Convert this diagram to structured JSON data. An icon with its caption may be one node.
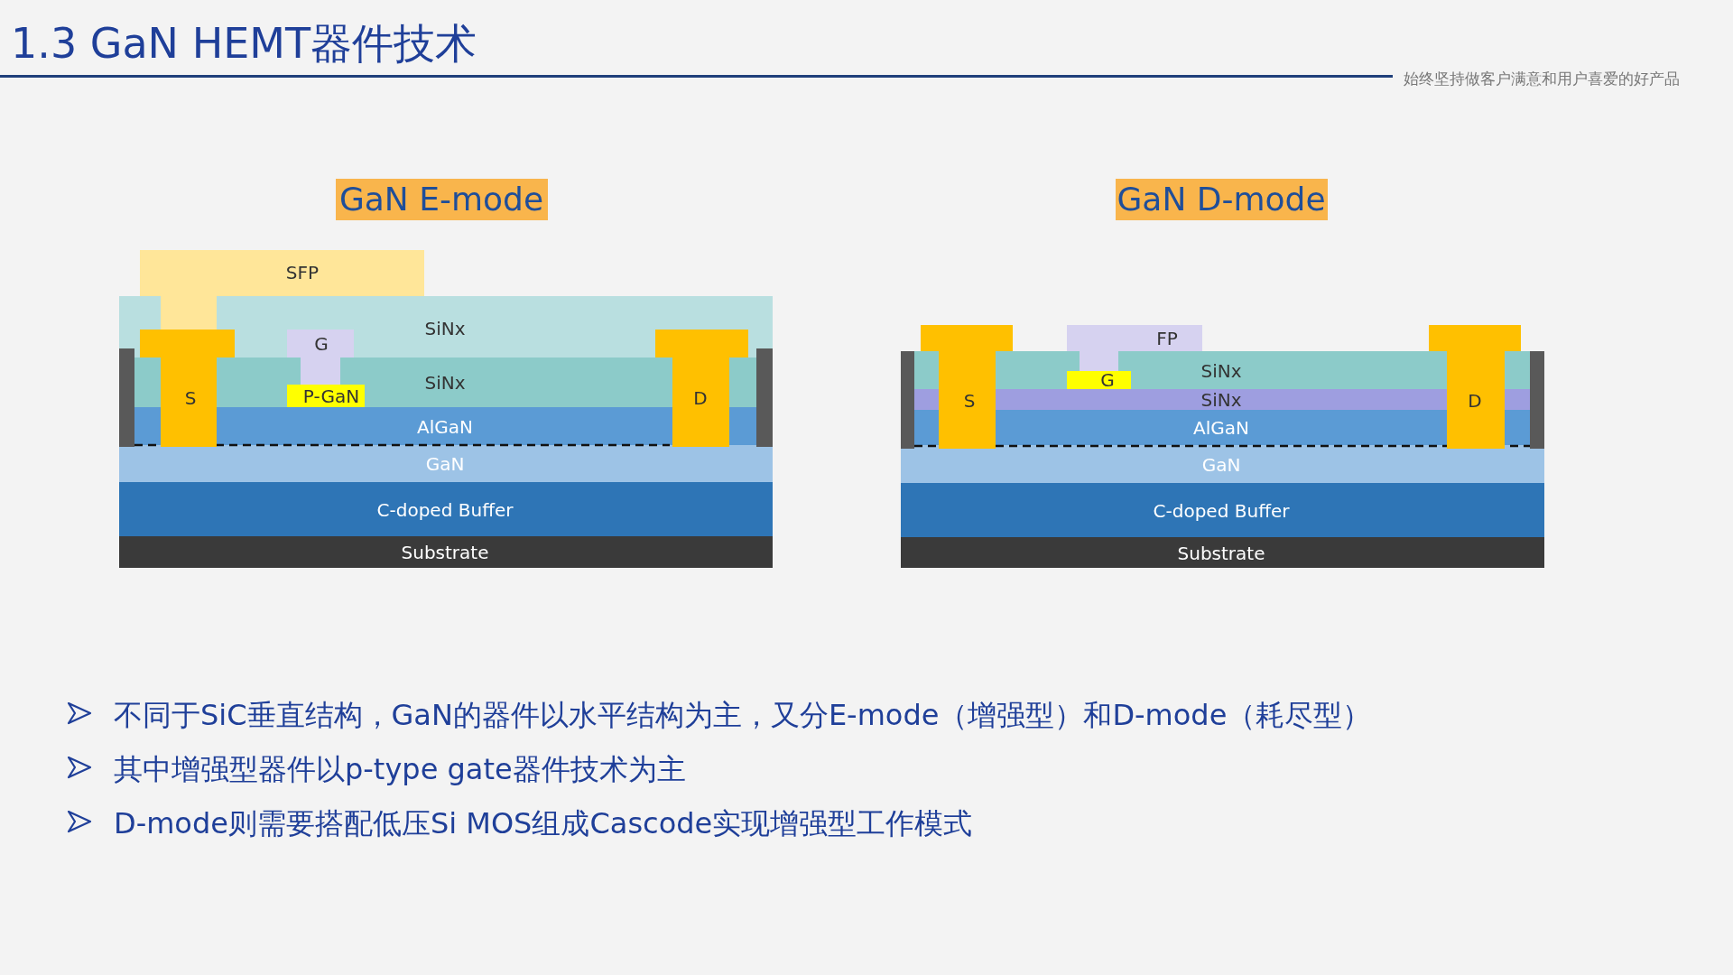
{
  "diagram": {
    "title": "1.3 GaN HEMT器件技术",
    "nodes": [
      {
        "text": [
          "GaN E-mode"
        ]
      },
      {
        "text": [
          "GaN D-mode"
        ]
      },
      {
        "text": [
          "SFP"
        ]
      },
      {
        "text": [
          "SiNx"
        ]
      },
      {
        "text": [
          "G"
        ]
      },
      {
        "text": [
          "SiNx"
        ]
      },
      {
        "text": [
          "S"
        ]
      },
      {
        "text": [
          "P-GaN"
        ],
        "in": 5
      },
      {
        "text": [
          "D"
        ]
      },
      {
        "text": [
          "AlGaN"
        ]
      },
      {
        "text": [
          "GaN"
        ]
      },
      {
        "text": [
          "C-doped Buffer"
        ]
      },
      {
        "text": [
          "Substrate"
        ]
      },
      {
        "text": [
          "FP"
        ]
      },
      {
        "text": [
          "S"
        ]
      },
      {
        "text": [
          "SiNx"
        ]
      },
      {
        "text": [
          "G"
        ],
        "in": 15
      },
      {
        "text": [
          "SiNx"
        ]
      },
      {
        "text": [
          "D"
        ]
      },
      {
        "text": [
          "AlGaN"
        ]
      },
      {
        "text": [
          "GaN"
        ]
      },
      {
        "text": [
          "C-doped Buffer"
        ]
      },
      {
        "text": [
          "Substrate"
        ]
      },
      {
        "text": [],
        "shape": "bar"
      },
      {
        "text": [],
        "shape": "bar"
      },
      {
        "text": [],
        "shape": "bar"
      },
      {
        "text": [],
        "shape": "bar"
      }
    ],
    "labels": [
      "始终坚持做客户满意和用户喜爱的好产品",
      "不同于SiC垂直结构，GaN的器件以水平结构为主，又分E-mode（增强型）和D-mode（耗尽型）",
      "其中增强型器件以p-type gate器件技术为主",
      "D-mode则需要搭配低压Si MOS组成Cascode实现增强型工作模式"
    ]
  }
}
